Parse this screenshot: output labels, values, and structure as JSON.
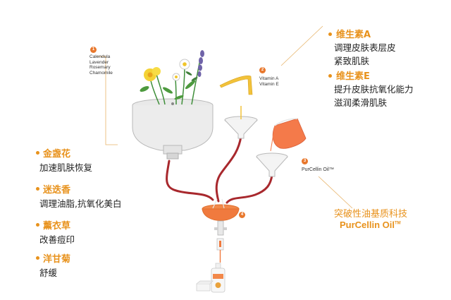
{
  "steps": [
    {
      "num": "1",
      "lines": [
        "Calendula",
        "Lavender",
        "Rosemary",
        "Chamomile"
      ]
    },
    {
      "num": "2",
      "lines": [
        "Vitamin A",
        "Vitamin E"
      ]
    },
    {
      "num": "3",
      "lines": [
        "PurCellin Oil™"
      ]
    },
    {
      "num": "4",
      "lines": []
    }
  ],
  "herbs": [
    {
      "name": "金盏花",
      "desc": "加速肌肤恢复"
    },
    {
      "name": "迷迭香",
      "desc": "调理油脂,抗氧化美白"
    },
    {
      "name": "薰衣草",
      "desc": "改善痘印"
    },
    {
      "name": "洋甘菊",
      "desc": "舒缓"
    }
  ],
  "vitamins": [
    {
      "name": "维生素A",
      "desc": [
        "调理皮肤表层皮",
        "紧致肌肤"
      ]
    },
    {
      "name": "维生素E",
      "desc": [
        "提升皮肤抗氧化能力",
        "滋润柔滑肌肤"
      ]
    }
  ],
  "technology": {
    "line1": "突破性油基质科技",
    "line2": "PurCellin Oil",
    "tm": "TM"
  },
  "colors": {
    "accent": "#e8921c",
    "tube": "#b5292f",
    "oil": "#f07a4a",
    "vitamin_oil": "#f2c23a"
  }
}
